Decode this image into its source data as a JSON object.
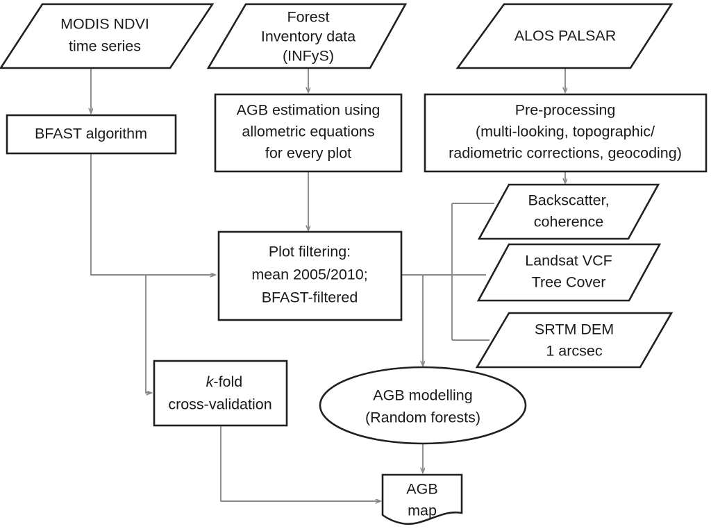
{
  "diagram": {
    "title": "AGB mapping workflow flowchart",
    "colors": {
      "shape_stroke": "#231f20",
      "connector_stroke": "#8a8a8a",
      "text": "#1a1a1a",
      "background": "#ffffff"
    },
    "nodes": {
      "modis_ndvi": {
        "shape": "parallelogram",
        "lines": [
          "MODIS NDVI",
          "time series"
        ]
      },
      "forest_inventory": {
        "shape": "parallelogram",
        "lines": [
          "Forest",
          "Inventory data",
          "(INFyS)"
        ]
      },
      "alos_palsar": {
        "shape": "parallelogram",
        "lines": [
          "ALOS PALSAR"
        ]
      },
      "bfast_algorithm": {
        "shape": "rectangle",
        "lines": [
          "BFAST algorithm"
        ]
      },
      "agb_estimation": {
        "shape": "rectangle",
        "lines": [
          "AGB estimation using",
          "allometric equations",
          "for every plot"
        ]
      },
      "pre_processing": {
        "shape": "rectangle",
        "lines": [
          "Pre-processing",
          "(multi-looking, topographic/",
          "radiometric corrections, geocoding)"
        ]
      },
      "backscatter": {
        "shape": "parallelogram",
        "lines": [
          "Backscatter,",
          "coherence"
        ]
      },
      "landsat_vcf": {
        "shape": "parallelogram",
        "lines": [
          "Landsat VCF",
          "Tree Cover"
        ]
      },
      "srtm_dem": {
        "shape": "parallelogram",
        "lines": [
          "SRTM DEM",
          "1 arcsec"
        ]
      },
      "plot_filtering": {
        "shape": "rectangle",
        "lines": [
          "Plot filtering:",
          "mean 2005/2010;",
          "BFAST-filtered"
        ]
      },
      "k_fold": {
        "shape": "rectangle",
        "lines_parts": [
          [
            {
              "t": "k",
              "style": "italic"
            },
            {
              "t": "-fold",
              "style": "normal"
            }
          ],
          [
            {
              "t": "cross-validation",
              "style": "normal"
            }
          ]
        ],
        "lines": [
          "k-fold",
          "cross-validation"
        ]
      },
      "agb_modelling": {
        "shape": "ellipse",
        "lines": [
          "AGB modelling",
          "(Random forests)"
        ]
      },
      "agb_map": {
        "shape": "document",
        "lines": [
          "AGB",
          "map"
        ]
      }
    },
    "edges": [
      {
        "name": "modis-to-bfast",
        "from": "modis_ndvi",
        "to": "bfast_algorithm",
        "arrow": true
      },
      {
        "name": "inventory-to-agb-estimation",
        "from": "forest_inventory",
        "to": "agb_estimation",
        "arrow": true
      },
      {
        "name": "palsar-to-preprocessing",
        "from": "alos_palsar",
        "to": "pre_processing",
        "arrow": true
      },
      {
        "name": "preprocessing-to-backscatter",
        "from": "pre_processing",
        "to": "backscatter",
        "arrow": true
      },
      {
        "name": "agb-estimation-to-plot-filtering",
        "from": "agb_estimation",
        "to": "plot_filtering",
        "arrow": true
      },
      {
        "name": "bfast-to-plot-filtering",
        "from": "bfast_algorithm",
        "to": "plot_filtering",
        "arrow": true
      },
      {
        "name": "bfast-to-k-fold",
        "from": "bfast_algorithm",
        "to": "k_fold",
        "arrow": true
      },
      {
        "name": "plot-filtering-to-agb-modelling",
        "from": "plot_filtering",
        "to": "agb_modelling",
        "arrow": true
      },
      {
        "name": "predictors-to-agb-modelling",
        "from": "backscatter,landsat_vcf,srtm_dem",
        "to": "agb_modelling",
        "arrow": false
      },
      {
        "name": "agb-modelling-to-agb-map",
        "from": "agb_modelling",
        "to": "agb_map",
        "arrow": true
      },
      {
        "name": "k-fold-to-agb-map",
        "from": "k_fold",
        "to": "agb_map",
        "arrow": true
      }
    ]
  }
}
